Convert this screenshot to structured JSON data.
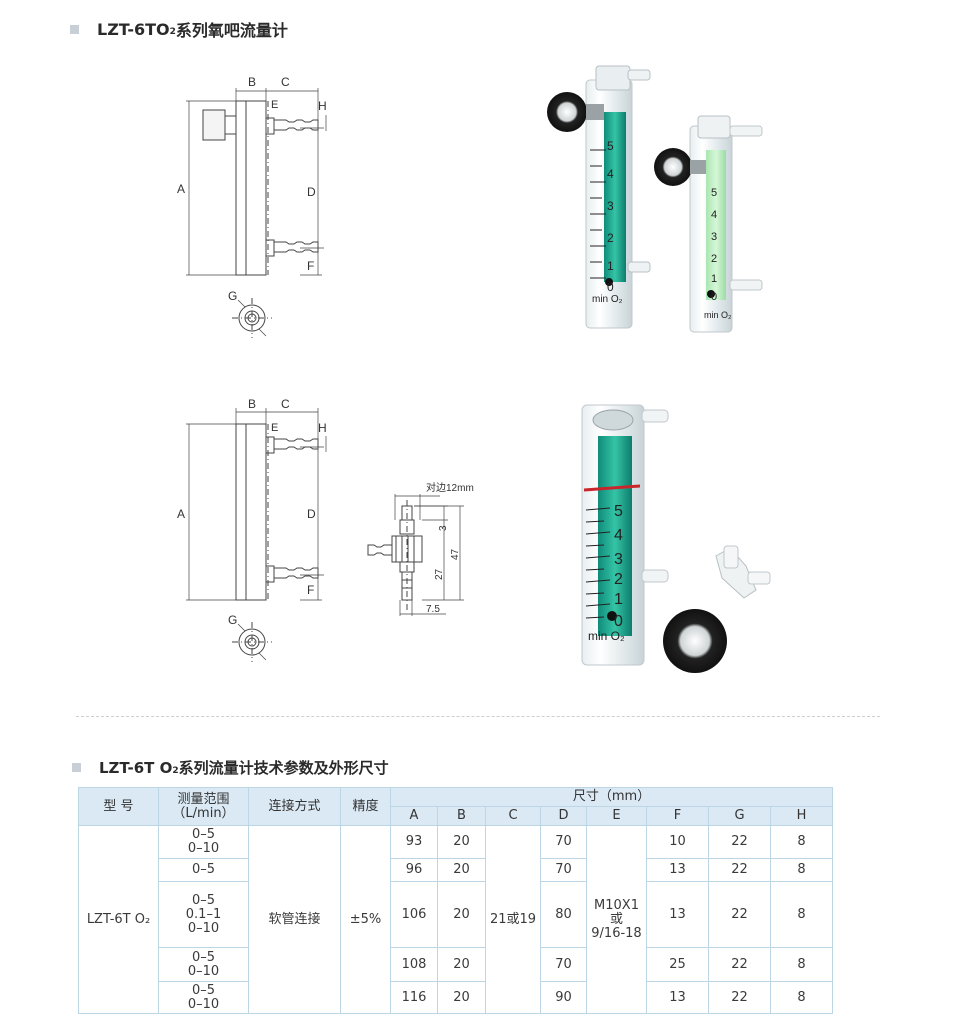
{
  "section1": {
    "title_main": "LZT-6TO",
    "title_sub": "2",
    "title_rest": " 系列氧吧流量计"
  },
  "drawing_labels": {
    "A": "A",
    "B": "B",
    "C": "C",
    "D": "D",
    "E": "E",
    "F": "F",
    "G": "G",
    "H": "H",
    "across_flats": "对边12mm",
    "dim_3": "3",
    "dim_27": "27",
    "dim_47": "47",
    "dim_7_5": "7.5"
  },
  "photo_labels": {
    "scale_1": [
      "5",
      "4",
      "3",
      "2",
      "1",
      "0"
    ],
    "unit": "min O₂"
  },
  "section2": {
    "title_main": "LZT-6T O",
    "title_sub": "2",
    "title_rest": "系列流量计技术参数及外形尺寸"
  },
  "table": {
    "headers": {
      "model": "型  号",
      "range": "测量范围\n（L/min）",
      "connection": "连接方式",
      "accuracy": "精度",
      "dimensions": "尺寸（mm）",
      "cols": [
        "A",
        "B",
        "C",
        "D",
        "E",
        "F",
        "G",
        "H"
      ]
    },
    "model": "LZT-6T O₂",
    "connection": "软管连接",
    "accuracy": "±5%",
    "C": "21或19",
    "E": "M10X1\n或\n9/16-18",
    "rows": [
      {
        "range": "0–5\n0–10",
        "A": "93",
        "B": "20",
        "D": "70",
        "F": "10",
        "G": "22",
        "H": "8"
      },
      {
        "range": "0–5",
        "A": "96",
        "B": "20",
        "D": "70",
        "F": "13",
        "G": "22",
        "H": "8"
      },
      {
        "range": "0–5\n0.1–1\n0–10",
        "A": "106",
        "B": "20",
        "D": "80",
        "F": "13",
        "G": "22",
        "H": "8"
      },
      {
        "range": "0–5\n0–10",
        "A": "108",
        "B": "20",
        "D": "70",
        "F": "25",
        "G": "22",
        "H": "8"
      },
      {
        "range": "0–5\n0–10",
        "A": "116",
        "B": "20",
        "D": "90",
        "F": "13",
        "G": "22",
        "H": "8"
      }
    ]
  },
  "colors": {
    "header_bg": "#dbe9f5",
    "border": "#bcd6e6",
    "marker": "#c9cfd6",
    "tube_green": "#1aa58c",
    "scale_red": "#c8262b"
  }
}
